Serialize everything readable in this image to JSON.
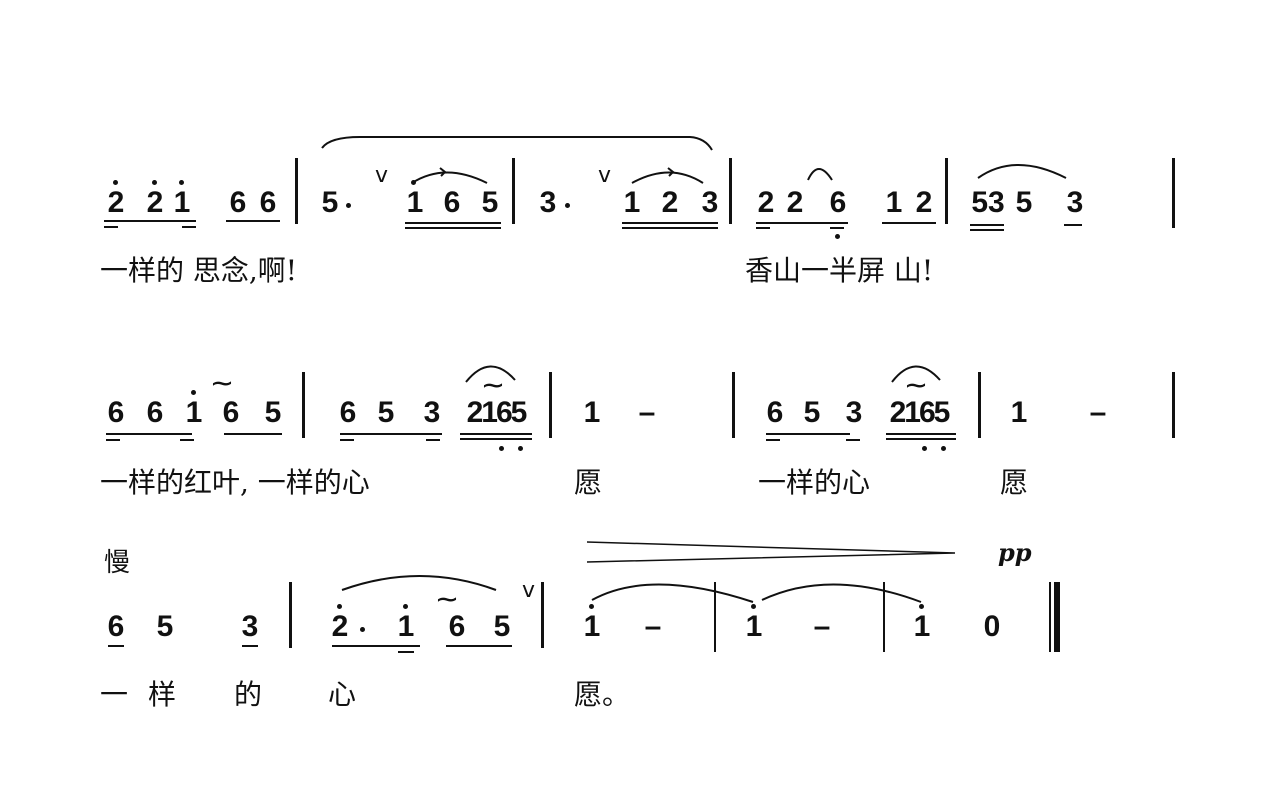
{
  "score": {
    "lines": [
      {
        "notes": [
          "2",
          "2",
          "1",
          "6",
          "6",
          "5",
          "·",
          "1",
          "6",
          "5",
          "3",
          "·",
          "1",
          "2",
          "3",
          "2",
          "2",
          "6",
          "1",
          "2",
          "53",
          "5",
          "3"
        ],
        "lyrics": [
          "一样的 思念,啊!",
          "香山一半屏 山!"
        ]
      },
      {
        "notes": [
          "6",
          "6",
          "1",
          "6",
          "5",
          "6",
          "5",
          "3",
          "2165",
          "1",
          "–",
          "6",
          "5",
          "3",
          "2165",
          "1",
          "–"
        ],
        "lyrics": [
          "一样的红叶, 一样的心",
          "愿",
          "一样的心",
          "愿"
        ]
      },
      {
        "tempo": "慢",
        "dynamic": "pp",
        "notes": [
          "6",
          "5",
          "3",
          "2",
          "·",
          "1",
          "6",
          "5",
          "1",
          "–",
          "1",
          "–",
          "1",
          "0"
        ],
        "lyrics": [
          "一",
          "样",
          "的",
          "心",
          "愿。"
        ]
      }
    ]
  }
}
